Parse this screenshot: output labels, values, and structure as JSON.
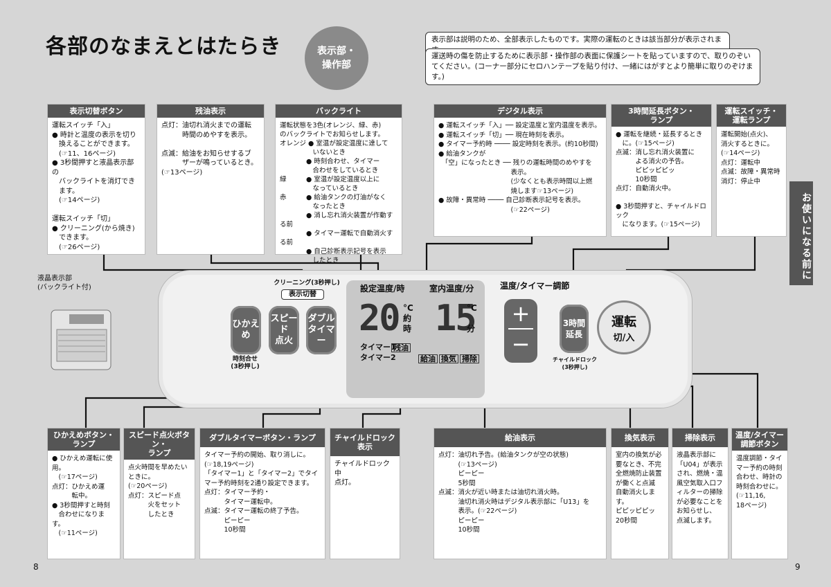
{
  "title": "各部のなまえとはたらき",
  "circle_label": "表示部・\n操作部",
  "note1": "表示部は説明のため、全部表示したものです。実際の運転のときは該当部分が表示されます。",
  "note2": "運送時の傷を防止するために表示部・操作部の表面に保護シートを貼っていますので、取りのぞいてください。(コーナー部分にセロハンテープを貼り付け、一緒にはがすとより簡単に取りのぞけます。)",
  "side_tab": "お使いになる前に",
  "page_left": "8",
  "page_right": "9",
  "boxes_top": [
    {
      "head": "表示切替ボタン",
      "body": "運転スイッチ「入」\n● 時計と温度の表示を切り\n　換えることができます。\n　(☞11、16ページ)\n● 3秒間押すと液晶表示部の\n　バックライトを消灯でき\n　ます。\n　(☞14ページ)\n\n運転スイッチ「切」\n● クリーニング(から焼き)\n　できます。\n　(☞26ページ)"
    },
    {
      "head": "残油表示",
      "body": "点灯：油切れ消火までの運転\n　　　時間のめやすを表示。\n\n点滅：給油をお知らせするブ\n　　　ザーが鳴っているとき。\n(☞13ページ)"
    },
    {
      "head": "バックライト",
      "body": "運転状態を3色(オレンジ、緑、赤)\nのバックライトでお知らせします。\nオレンジ ● 室温が設定温度に達して\n　　　　　いないとき\n　　　　● 時刻合わせ、タイマー\n　　　　　合わせをしているとき\n緑　　　● 室温が設定温度以上に\n　　　　　なっているとき\n赤　　　● 給油タンクの灯油がなく\n　　　　　なったとき\n　　　　● 消し忘れ消火装置が作動する前\n　　　　● タイマー運転で自動消火する前\n　　　　● 自己診断表示記号を表示\n　　　　　したとき"
    },
    {
      "head": "デジタル表示",
      "body": "● 運転スイッチ「入」── 設定温度と室内温度を表示。\n● 運転スイッチ「切」── 現在時刻を表示。\n● タイマー予約時 ──── 設定時刻を表示。(約10秒間)\n● 給油タンクが\n　「空」になったとき ── 残りの運転時間のめやすを\n　　　　　　　　　　　表示。\n　　　　　　　　　　　(少なくとも表示時間以上燃\n　　　　　　　　　　　焼します☞13ページ)\n● 故障・異常時 ──── 自己診断表示記号を表示。\n　　　　　　　　　　　(☞22ページ)"
    },
    {
      "head": "3時間延長ボタン・\nランプ",
      "body": "● 運転を継続・延長するとき\n　に。(☞15ページ)\n点滅：消し忘れ消火装置に\n　　　よる消火の予告。\n　　　ピピッピピッ\n　　　10秒間\n点灯：自動消火中。\n\n● 3秒間押すと、チャイルドロック\n　になります。(☞15ページ)"
    },
    {
      "head": "運転スイッチ・\n運転ランプ",
      "body": "運転開始(点火)、\n消火するときに。\n(☞14ページ)\n点灯：運転中\n点滅：故障・異常時\n消灯：停止中"
    }
  ],
  "boxes_bottom": [
    {
      "head": "ひかえめボタン・\nランプ",
      "body": "● ひかえめ運転に使用。\n　(☞17ページ)\n点灯：ひかえめ運\n　　　転中。\n● 3秒間押すと時刻\n　合わせになります。\n　(☞11ページ)"
    },
    {
      "head": "スピード点火ボタン・\nランプ",
      "body": "点火時間を早めたい\nときに。\n(☞20ページ)\n点灯：スピード点\n　　　火をセット\n　　　したとき"
    },
    {
      "head": "ダブルタイマーボタン・ランプ",
      "body": "タイマー予約の開始、取り消しに。\n(☞18,19ページ)\n「タイマー1」と「タイマー2」でタイ\nマー予約時刻を2通り設定できます。\n点灯：タイマー予約・\n　　　タイマー運転中。\n点滅：タイマー運転の終了予告。\n　　　ピーピー\n　　　10秒間"
    },
    {
      "head": "チャイルドロック表示",
      "body": "チャイルドロック中\n点灯。"
    },
    {
      "head": "給油表示",
      "body": "点灯：油切れ予告。(給油タンクが空の状態)\n　　　(☞13ページ)\n　　　ピーピー\n　　　5秒間\n点滅：消火が近い時または油切れ消火時。\n　　　油切れ消火時はデジタル表示部に「U13」を\n　　　表示。(☞22ページ)\n　　　ピーピー\n　　　10秒間"
    },
    {
      "head": "換気表示",
      "body": "室内の換気が必\n要なとき、不完\n全燃焼防止装置\nが働くと点滅\n自動消火します。\nピピッピピッ\n20秒間"
    },
    {
      "head": "掃除表示",
      "body": "液晶表示部に\n「U04」が表示\nされ、燃焼・温\n風空気取入口フ\nィルターの掃除\nが必要なことを\nお知らせし、\n点滅します。"
    },
    {
      "head": "温度/タイマー\n調節ボタン",
      "body": "温度調節・タイ\nマー予約の時刻\n合わせ、時計の\n時刻合わせに。\n(☞11,16,\n18ページ)"
    }
  ],
  "panel": {
    "lcd_caption": "液晶表示部\n(バックライト付)",
    "cleaning_label": "クリーニング(3秒押し)",
    "display_switch_btn": "表示切替",
    "hikaeme_btn": "ひかえめ",
    "speed_btn": "スピード\n点火",
    "double_btn": "ダブル\nタイマー",
    "time_set_label": "時刻合せ\n(3秒押し)",
    "set_temp_label": "設定温度/時",
    "room_temp_label": "室内温度/分",
    "set_temp_value": "20",
    "room_temp_value": "15",
    "unit_c1": "°C",
    "unit_c2": "°C",
    "unit_yaku": "約",
    "unit_ji": "時",
    "unit_fun": "分",
    "timer1": "タイマー1",
    "timer2": "タイマー2",
    "zanyu": "残油",
    "kyuyu": "給油",
    "kanki": "換気",
    "souji": "掃除",
    "temp_timer_adj": "温度/タイマー調節",
    "plus": "+",
    "minus": "−",
    "ext_btn": "3時間\n延長",
    "child_lock_label": "チャイルドロック\n(3秒押し)",
    "run_btn_main": "運転",
    "run_btn_sub": "切/入"
  },
  "colors": {
    "header_bg": "#555555",
    "button_dark": "#666666",
    "page_bg": "#d6d6d6"
  }
}
